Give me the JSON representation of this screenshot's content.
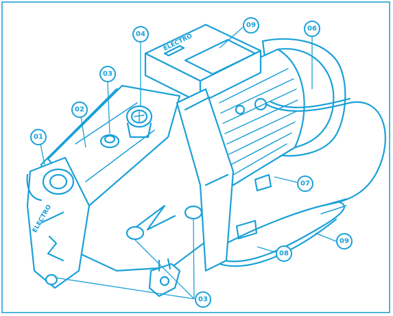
{
  "callouts": {
    "c01": "01",
    "c02": "02",
    "c03_top": "03",
    "c04": "04",
    "c05": "09",
    "c06": "06",
    "c07": "07",
    "c08": "08",
    "c09": "09",
    "c03_bottom": "03"
  },
  "colors": {
    "line": "#1aa0d8",
    "frame": "#4fb3dc",
    "background": "#ffffff"
  }
}
